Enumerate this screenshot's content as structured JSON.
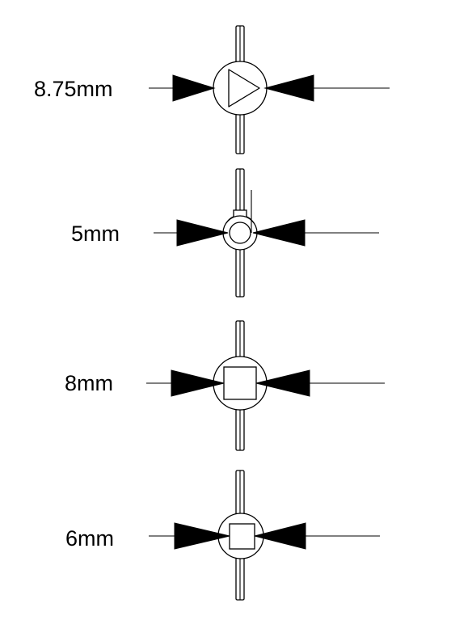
{
  "labels": {
    "fitting_1": "8.75mm",
    "fitting_2": "5mm",
    "fitting_3": "8mm",
    "fitting_4": "6mm"
  }
}
